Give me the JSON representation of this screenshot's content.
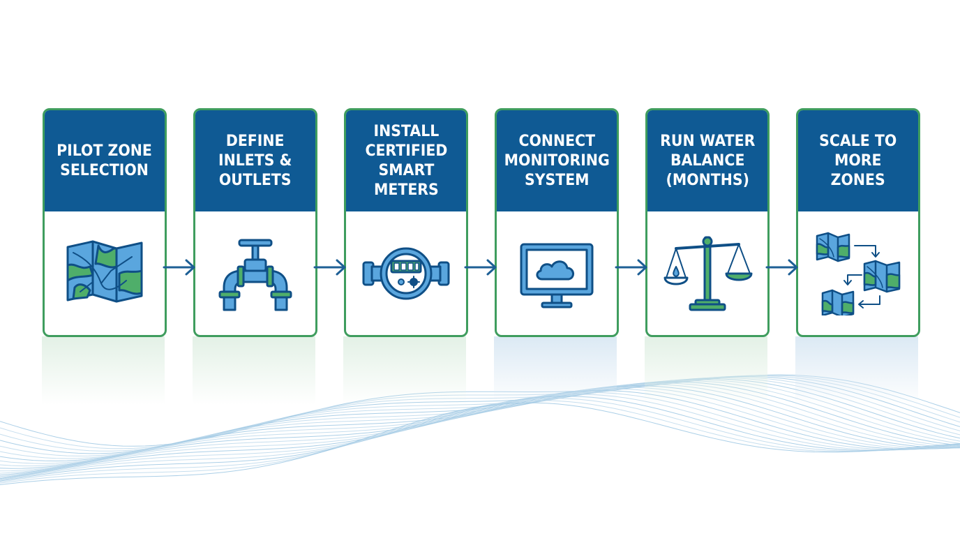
{
  "steps": [
    {
      "title": "PILOT ZONE\nSELECTION",
      "icon": "map-icon"
    },
    {
      "title": "DEFINE\nINLETS &\nOUTLETS",
      "icon": "pipe-valve-icon"
    },
    {
      "title": "INSTALL\nCERTIFIED\nSMART\nMETERS",
      "icon": "water-meter-icon"
    },
    {
      "title": "CONNECT\nMONITORING\nSYSTEM",
      "icon": "cloud-monitor-icon"
    },
    {
      "title": "RUN WATER\nBALANCE\n(MONTHS)",
      "icon": "balance-scale-icon"
    },
    {
      "title": "SCALE TO\nMORE\nZONES",
      "icon": "multiple-maps-icon"
    }
  ],
  "colors": {
    "header_blue": "#0f5a94",
    "border_green": "#3f9d5e",
    "icon_stroke": "#0f4f86",
    "icon_blue_fill": "#5aa6de",
    "icon_green_fill": "#4fae6a",
    "arrow": "#1d5f95"
  }
}
